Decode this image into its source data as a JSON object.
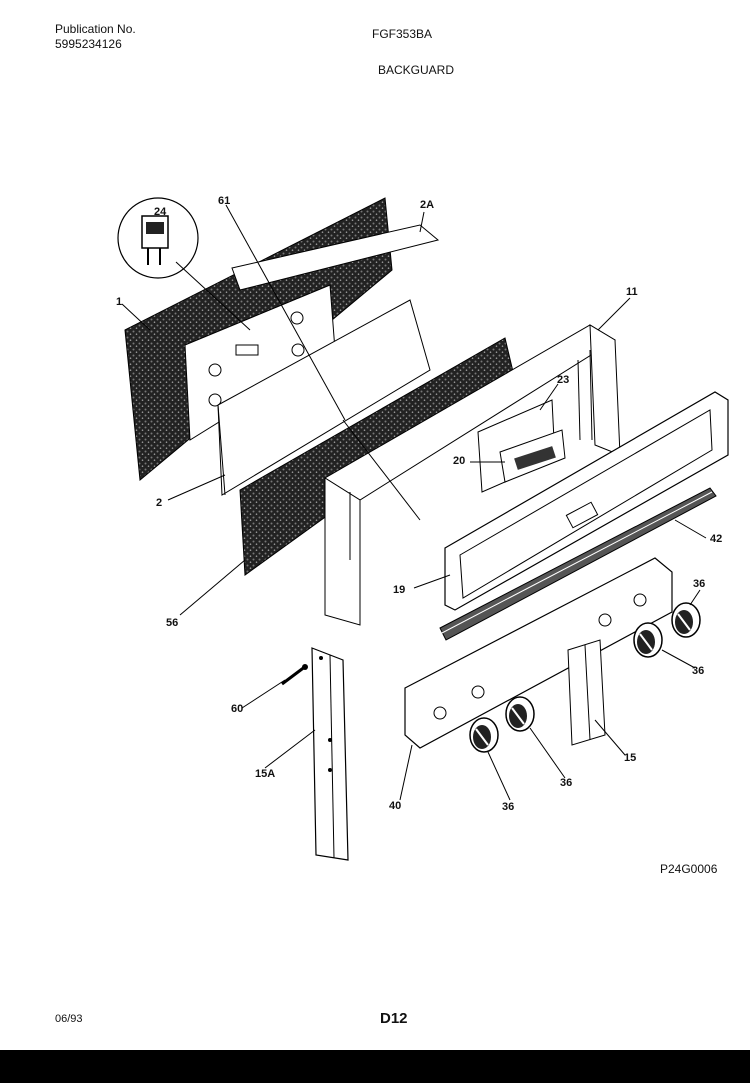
{
  "header": {
    "publication_label": "Publication No.",
    "publication_number": "5995234126",
    "model": "FGF353BA",
    "section": "BACKGUARD"
  },
  "callouts": {
    "c24": "24",
    "c61": "61",
    "c2a": "2A",
    "c1": "1",
    "c11": "11",
    "c23": "23",
    "c20": "20",
    "c2": "2",
    "c42": "42",
    "c19": "19",
    "c56": "56",
    "c36a": "36",
    "c36b": "36",
    "c60": "60",
    "c15a": "15A",
    "c15": "15",
    "c36c": "36",
    "c40": "40",
    "c36d": "36"
  },
  "diagram_code": "P24G0006",
  "footer": {
    "date": "06/93",
    "page": "D12"
  }
}
